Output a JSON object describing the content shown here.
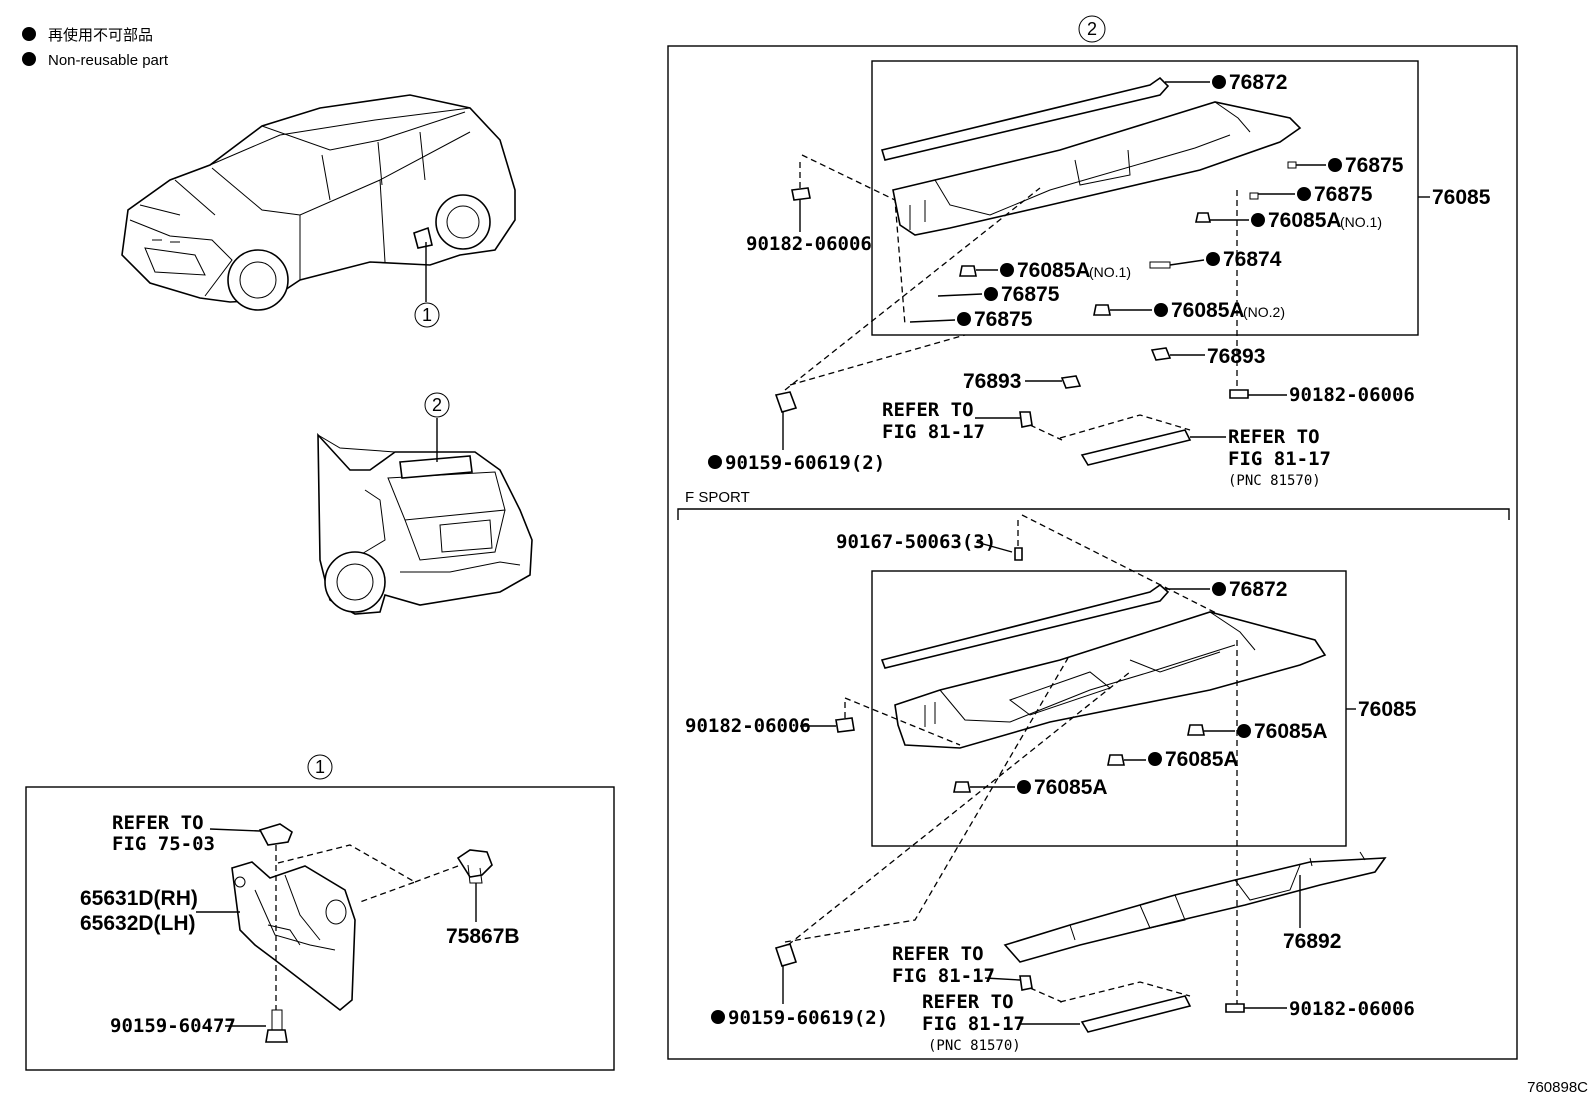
{
  "legend": {
    "jp": "再使用不可部品",
    "en": "Non-reusable part"
  },
  "figure_id": "760898C",
  "callouts": {
    "one": "1",
    "two": "2"
  },
  "section_fsport": "F SPORT",
  "refer": {
    "refer_to": "REFER TO",
    "fig_75_03": "FIG 75-03",
    "fig_81_17": "FIG 81-17",
    "pnc_81570": "(PNC 81570)"
  },
  "parts": {
    "p76872": "76872",
    "p76875": "76875",
    "p76085": "76085",
    "p76085A": "76085A",
    "no1": "(NO.1)",
    "no2": "(NO.2)",
    "p76874": "76874",
    "p76893": "76893",
    "p90182": "90182-06006",
    "p90159_60619": "90159-60619(2)",
    "p90167": "90167-50063(3)",
    "p76892": "76892",
    "p65631D": "65631D(RH)",
    "p65632D": "65632D(LH)",
    "p75867B": "75867B",
    "p90159_60477": "90159-60477"
  }
}
